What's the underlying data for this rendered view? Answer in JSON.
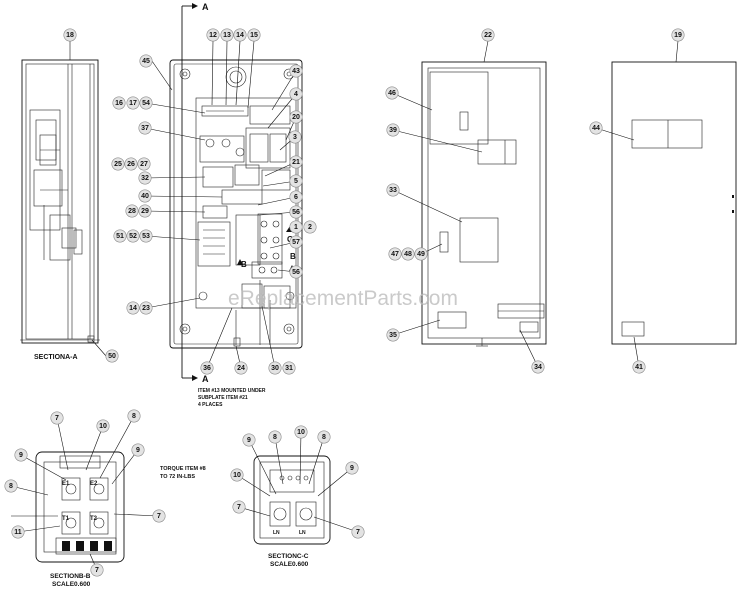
{
  "callouts": [
    {
      "id": "c18",
      "label": "18"
    },
    {
      "id": "c45",
      "label": "45"
    },
    {
      "id": "c12",
      "label": "12"
    },
    {
      "id": "c13",
      "label": "13"
    },
    {
      "id": "c14a",
      "label": "14"
    },
    {
      "id": "c15",
      "label": "15"
    },
    {
      "id": "c43",
      "label": "43"
    },
    {
      "id": "c4",
      "label": "4"
    },
    {
      "id": "c16",
      "label": "16"
    },
    {
      "id": "c17",
      "label": "17"
    },
    {
      "id": "c54",
      "label": "54"
    },
    {
      "id": "c20",
      "label": "20"
    },
    {
      "id": "c37",
      "label": "37"
    },
    {
      "id": "c3",
      "label": "3"
    },
    {
      "id": "c25",
      "label": "25"
    },
    {
      "id": "c26",
      "label": "26"
    },
    {
      "id": "c27",
      "label": "27"
    },
    {
      "id": "c21",
      "label": "21"
    },
    {
      "id": "c32",
      "label": "32"
    },
    {
      "id": "c5",
      "label": "5"
    },
    {
      "id": "c40",
      "label": "40"
    },
    {
      "id": "c6",
      "label": "6"
    },
    {
      "id": "c28",
      "label": "28"
    },
    {
      "id": "c29",
      "label": "29"
    },
    {
      "id": "c56a",
      "label": "56"
    },
    {
      "id": "c1",
      "label": "1"
    },
    {
      "id": "c2",
      "label": "2"
    },
    {
      "id": "c51",
      "label": "51"
    },
    {
      "id": "c52",
      "label": "52"
    },
    {
      "id": "c53",
      "label": "53"
    },
    {
      "id": "c57",
      "label": "57"
    },
    {
      "id": "c56b",
      "label": "56"
    },
    {
      "id": "c14b",
      "label": "14"
    },
    {
      "id": "c23",
      "label": "23"
    },
    {
      "id": "c50",
      "label": "50"
    },
    {
      "id": "c36",
      "label": "36"
    },
    {
      "id": "c24",
      "label": "24"
    },
    {
      "id": "c30",
      "label": "30"
    },
    {
      "id": "c31",
      "label": "31"
    },
    {
      "id": "c22",
      "label": "22"
    },
    {
      "id": "c46",
      "label": "46"
    },
    {
      "id": "c39",
      "label": "39"
    },
    {
      "id": "c33",
      "label": "33"
    },
    {
      "id": "c47",
      "label": "47"
    },
    {
      "id": "c48",
      "label": "48"
    },
    {
      "id": "c49",
      "label": "49"
    },
    {
      "id": "c35",
      "label": "35"
    },
    {
      "id": "c34",
      "label": "34"
    },
    {
      "id": "c19",
      "label": "19"
    },
    {
      "id": "c44",
      "label": "44"
    },
    {
      "id": "c41",
      "label": "41"
    },
    {
      "id": "b7a",
      "label": "7"
    },
    {
      "id": "b10",
      "label": "10"
    },
    {
      "id": "b8",
      "label": "8"
    },
    {
      "id": "b9a",
      "label": "9"
    },
    {
      "id": "b9b",
      "label": "9"
    },
    {
      "id": "b8b",
      "label": "8"
    },
    {
      "id": "b11",
      "label": "11"
    },
    {
      "id": "b7b",
      "label": "7"
    },
    {
      "id": "b7c",
      "label": "7"
    },
    {
      "id": "k9a",
      "label": "9"
    },
    {
      "id": "k8a",
      "label": "8"
    },
    {
      "id": "k10a",
      "label": "10"
    },
    {
      "id": "k8b",
      "label": "8"
    },
    {
      "id": "k10b",
      "label": "10"
    },
    {
      "id": "k9b",
      "label": "9"
    },
    {
      "id": "k7a",
      "label": "7"
    },
    {
      "id": "k7b",
      "label": "7"
    }
  ],
  "section_markers": {
    "top": "A",
    "bottom": "A",
    "b_left": "B",
    "b_right": "B",
    "c_mark": "C"
  },
  "notes": {
    "mount_line1": "ITEM #13 MOUNTED UNDER",
    "mount_line2": "SUBPLATE ITEM #21",
    "mount_line3": "4 PLACES",
    "torque_line1": "TORQUE ITEM #8",
    "torque_line2": "TO 72 IN-LBS"
  },
  "captions": {
    "section_a": "SECTIONA-A",
    "section_b": "SECTIONB-B",
    "section_b_scale": "SCALE0.600",
    "section_c": "SECTIONC-C",
    "section_c_scale": "SCALE0.600"
  },
  "terminal_labels": {
    "e1": "E1",
    "e2": "E2",
    "t1": "T1",
    "t2": "T2",
    "ln": "LN",
    "ln2": "LN"
  },
  "watermark": "eReplacementParts.com"
}
